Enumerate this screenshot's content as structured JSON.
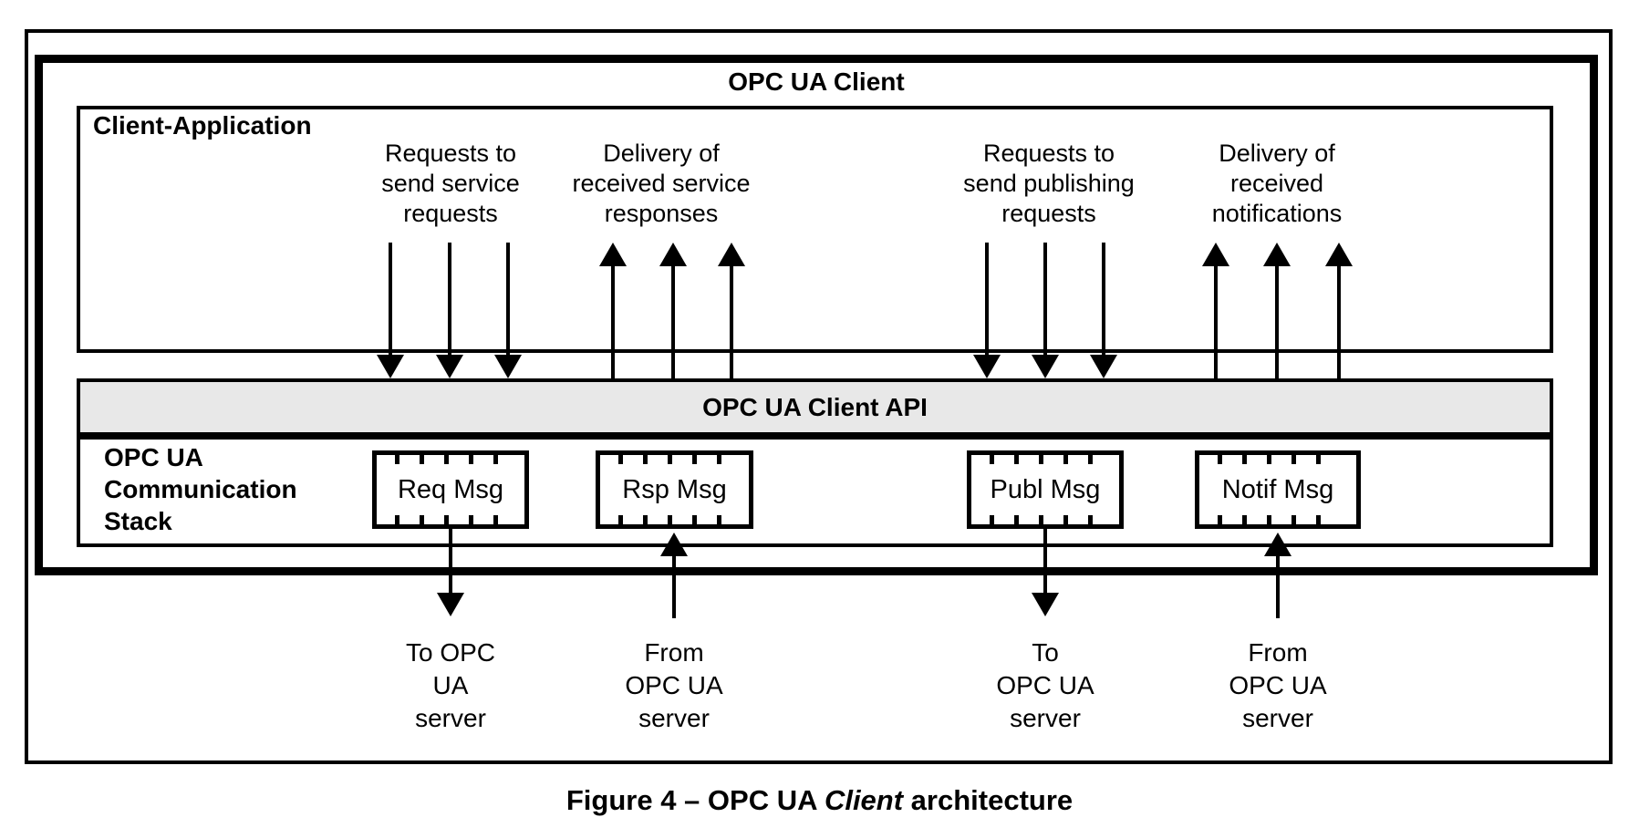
{
  "figure": {
    "caption": {
      "prefix": "Figure 4 – OPC UA ",
      "emphasis": "Client",
      "suffix": " architecture"
    }
  },
  "client_box": {
    "title": "OPC UA Client"
  },
  "client_application": {
    "label": "Client-Application",
    "flows": [
      {
        "direction": "down",
        "lines": [
          "Requests to",
          "send service",
          "requests"
        ]
      },
      {
        "direction": "up",
        "lines": [
          "Delivery of",
          "received service",
          "responses"
        ]
      },
      {
        "direction": "down",
        "lines": [
          "Requests to",
          "send publishing",
          "requests"
        ]
      },
      {
        "direction": "up",
        "lines": [
          "Delivery of",
          "received",
          "notifications"
        ]
      }
    ]
  },
  "api_bar": {
    "label": "OPC UA Client API"
  },
  "comm_stack": {
    "label_lines": [
      "OPC UA",
      "Communication",
      "Stack"
    ],
    "messages": [
      {
        "label": "Req Msg"
      },
      {
        "label": "Rsp Msg"
      },
      {
        "label": "Publ Msg"
      },
      {
        "label": "Notif Msg"
      }
    ]
  },
  "server_links": [
    {
      "direction": "down",
      "lines": [
        "To OPC",
        "UA",
        "server"
      ]
    },
    {
      "direction": "up",
      "lines": [
        "From",
        "OPC UA",
        "server"
      ]
    },
    {
      "direction": "down",
      "lines": [
        "To",
        "OPC UA",
        "server"
      ]
    },
    {
      "direction": "up",
      "lines": [
        "From",
        "OPC UA",
        "server"
      ]
    }
  ],
  "icons": {
    "down_arrow": "css-triangle-down",
    "up_arrow": "css-triangle-up"
  },
  "colors": {
    "line": "#000000",
    "api_bar_bg": "#e8e8e8",
    "background": "#ffffff"
  }
}
